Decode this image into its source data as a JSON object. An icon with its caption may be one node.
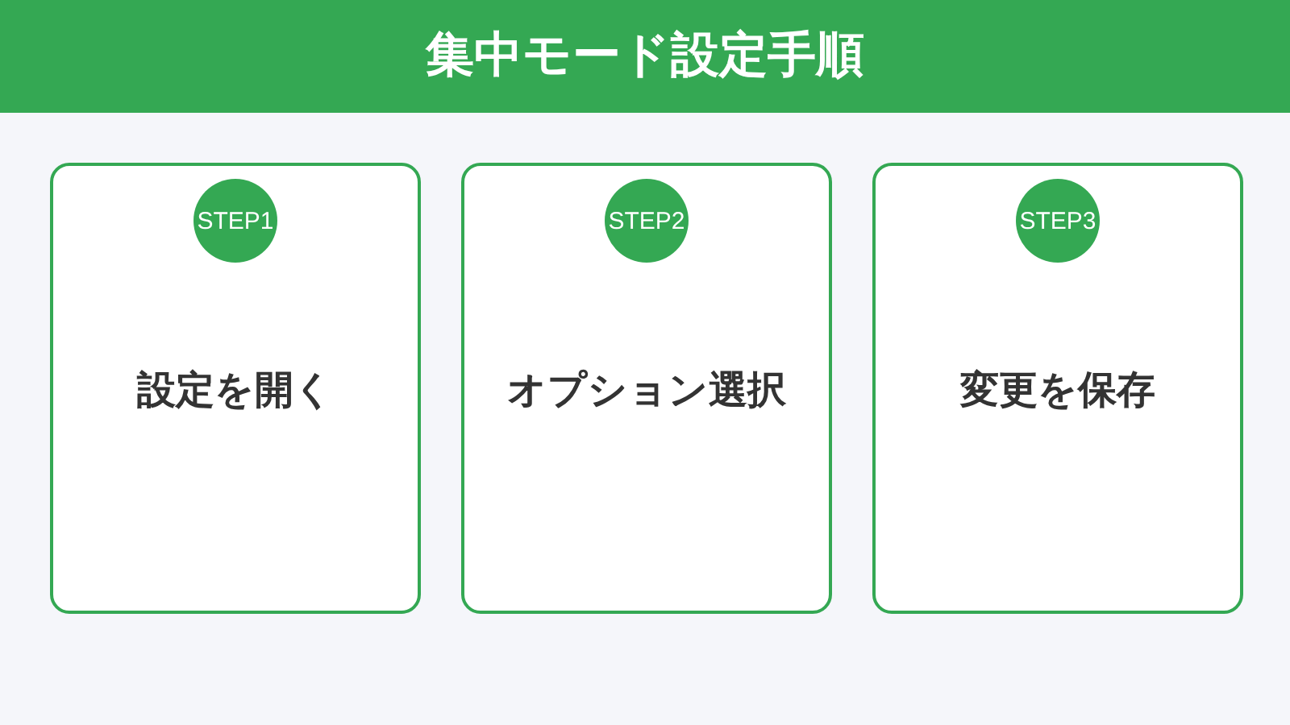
{
  "diagram": {
    "title": "集中モード設定手順",
    "nodes": [
      {
        "text": [
          "設定を開く"
        ]
      },
      {
        "text": [
          "STEP1"
        ],
        "in": 0
      },
      {
        "text": [
          "オプション選択"
        ]
      },
      {
        "text": [
          "STEP2"
        ],
        "in": 2
      },
      {
        "text": [
          "変更を保存"
        ]
      },
      {
        "text": [
          "STEP3"
        ],
        "in": 4
      }
    ],
    "edges": []
  }
}
